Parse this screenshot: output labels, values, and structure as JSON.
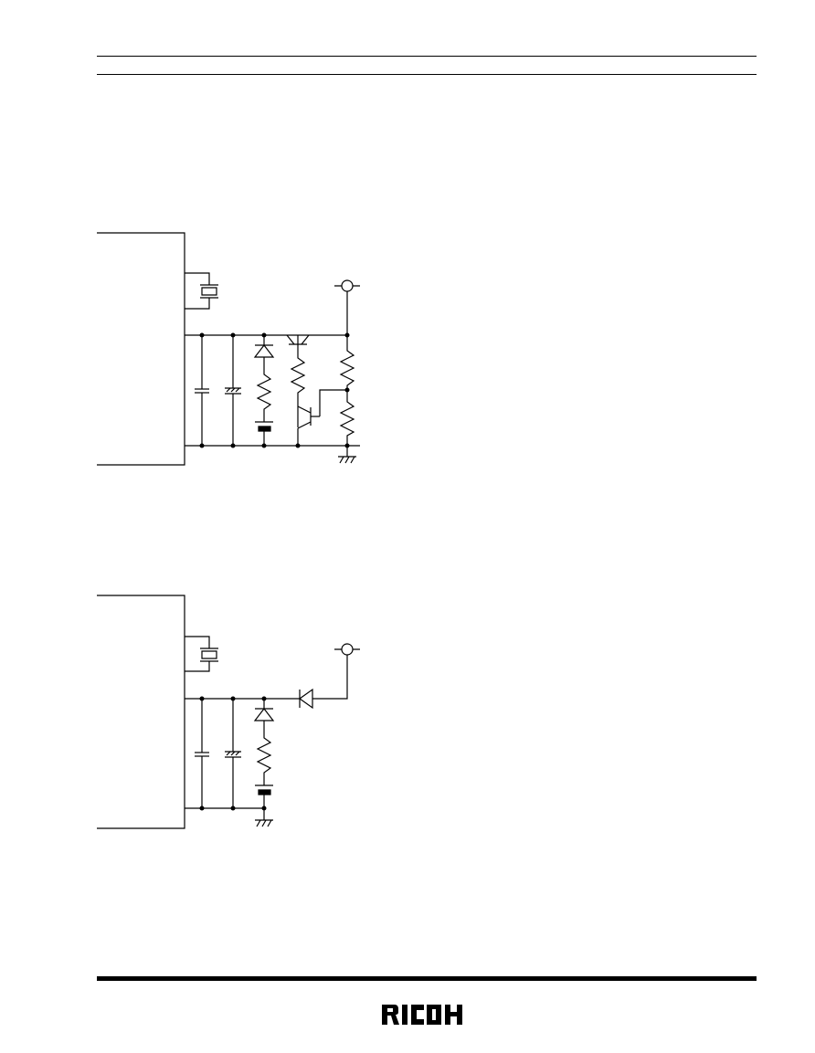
{
  "page": {
    "background": "#ffffff",
    "ink_color": "#000000"
  },
  "logo": {
    "text": "RICOH"
  },
  "schematics": [
    {
      "components": [
        "chip-outline",
        "crystal-oscillator",
        "capacitor",
        "double-layer-capacitor",
        "diode",
        "resistor",
        "battery",
        "pnp-transistor",
        "npn-transistor",
        "resistor",
        "resistor",
        "supply-terminal",
        "ground"
      ]
    },
    {
      "components": [
        "chip-outline",
        "crystal-oscillator",
        "capacitor",
        "double-layer-capacitor",
        "diode",
        "resistor",
        "battery",
        "series-diode",
        "supply-terminal",
        "ground"
      ]
    }
  ]
}
